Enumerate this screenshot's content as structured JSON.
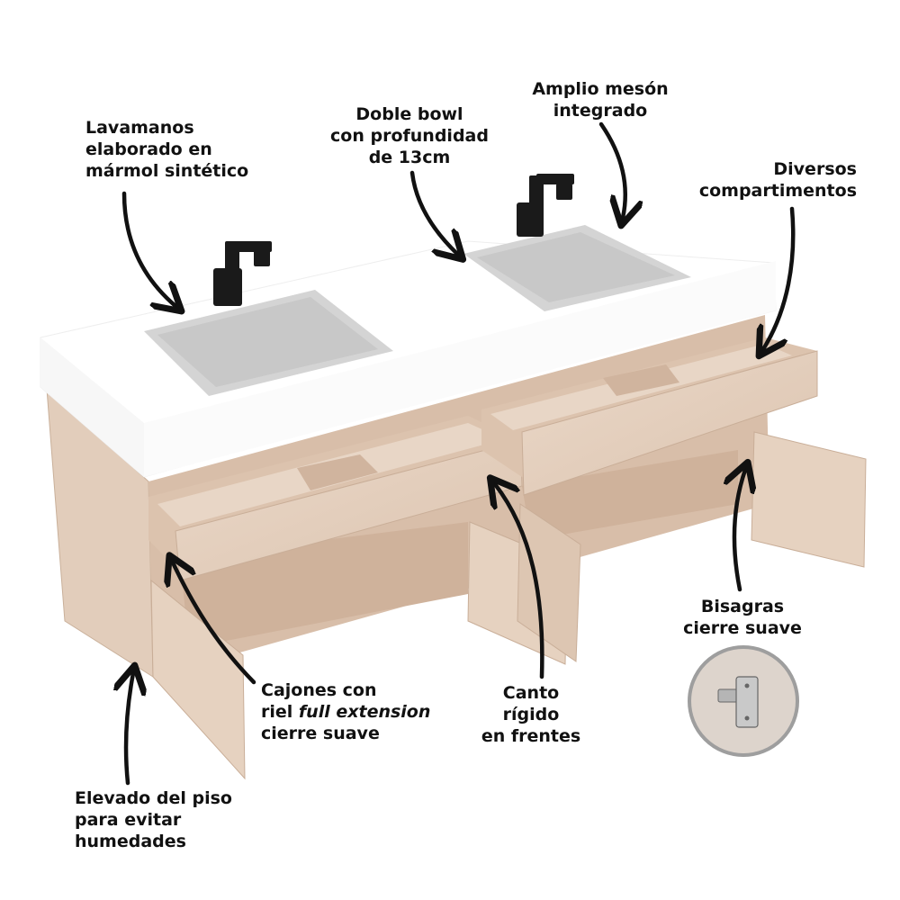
{
  "colors": {
    "wood_light": "#e6d3c2",
    "wood_mid": "#d9c1ad",
    "wood_dark": "#c8ad97",
    "countertop": "#ffffff",
    "basin": "#d9d9d9",
    "faucet": "#1a1a1a",
    "arrow": "#111111",
    "text": "#111111"
  },
  "icons": {
    "faucet_left": "faucet-icon",
    "faucet_right": "faucet-icon",
    "hinge_closeup": "hinge-icon"
  },
  "labels": {
    "lavamanos": [
      "Lavamanos",
      "elaborado en",
      "mármol sintético"
    ],
    "doble_bowl": [
      "Doble bowl",
      "con profundidad",
      "de 13cm"
    ],
    "amplio_meson": [
      "Amplio mesón",
      "integrado"
    ],
    "diversos": [
      "Diversos",
      "compartimentos"
    ],
    "bisagras": [
      "Bisagras",
      "cierre suave"
    ],
    "cajones": {
      "line1": "Cajones con",
      "line2_prefix": "riel ",
      "line2_italic": "full extension",
      "line3": "cierre suave"
    },
    "canto": [
      "Canto",
      "rígido",
      "en frentes"
    ],
    "elevado": [
      "Elevado del piso",
      "para evitar",
      "humedades"
    ]
  }
}
